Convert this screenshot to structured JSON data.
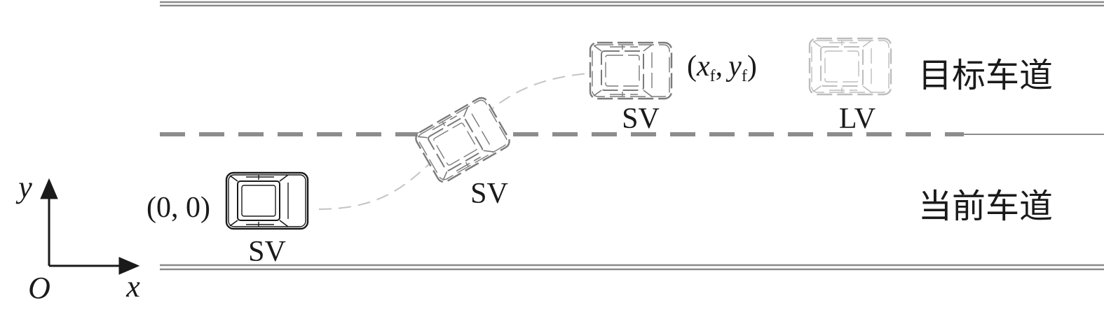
{
  "diagram": {
    "lane_labels": {
      "target": "目标车道",
      "current": "当前车道"
    },
    "axes": {
      "y_label": "y",
      "x_label": "x",
      "origin_label": "O"
    },
    "vehicles": [
      {
        "id": "sv-start",
        "label": "SV",
        "coord_label": "(0, 0)",
        "style": "solid"
      },
      {
        "id": "sv-mid",
        "label": "SV",
        "style": "dashed"
      },
      {
        "id": "sv-final",
        "label": "SV",
        "style": "dashed"
      },
      {
        "id": "lv",
        "label": "LV",
        "style": "dashed-light"
      }
    ],
    "final_point": {
      "open": "(",
      "x": "x",
      "sub": "f",
      "comma": ",",
      "y": "y",
      "close": ")"
    },
    "colors": {
      "boundary": "#8a8a8a",
      "lane_divider": "#8c8c8c",
      "sv_solid": "#1a1a1a",
      "sv_dashed": "#7a7a7a",
      "lv": "#bdbdbd",
      "trajectory": "#c4c4c4",
      "text": "#1a1a1a"
    }
  }
}
